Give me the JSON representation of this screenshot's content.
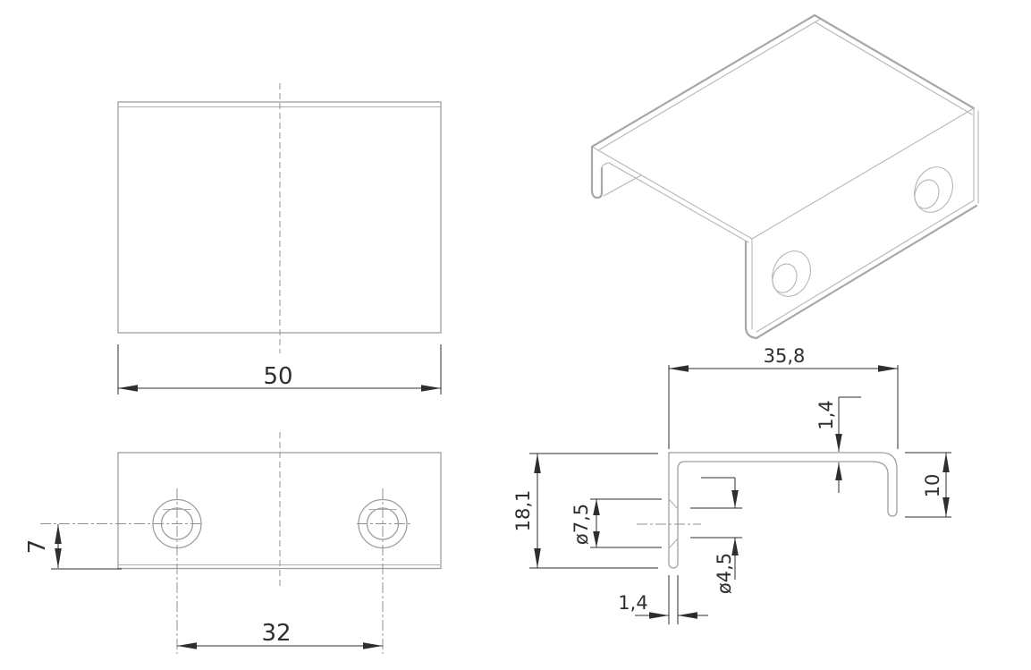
{
  "drawing": {
    "type": "technical-drawing",
    "part": "sheet-metal edge pull profile",
    "colors": {
      "geometry_line": "#9aa0a3",
      "isometric_line": "#b2b7ba",
      "dimension_line": "#2e2e2e",
      "centerline": "#8d9295",
      "background": "#ffffff"
    },
    "views": {
      "top_view": {
        "dims": {
          "overall_width": "50"
        }
      },
      "front_view": {
        "dims": {
          "hole_edge_distance": "7",
          "hole_spacing": "32"
        }
      },
      "side_view": {
        "dims": {
          "depth": "35,8",
          "top_thickness": "1,4",
          "lip_height": "10",
          "profile_height": "18,1",
          "countersink_diameter": "ø7,5",
          "hole_diameter": "ø4,5",
          "material_thickness": "1,4"
        }
      },
      "isometric_view": {
        "holes": 2
      }
    }
  }
}
